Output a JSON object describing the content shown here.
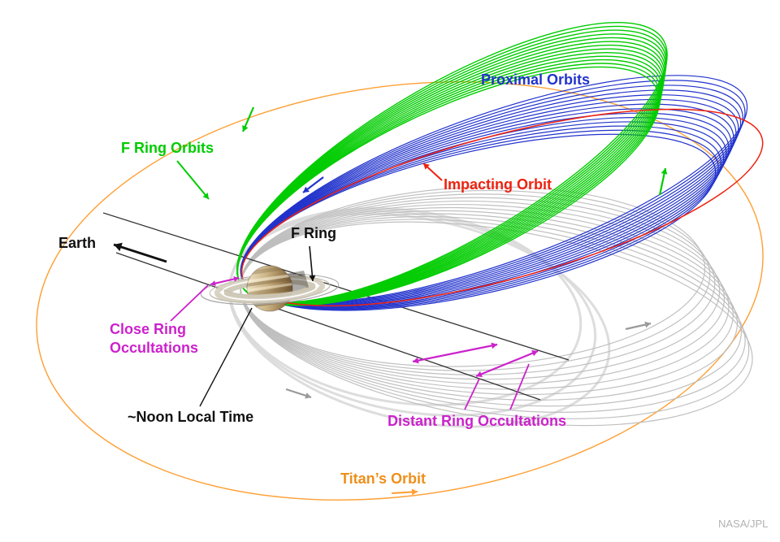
{
  "image_type": "cassini-saturn-orbit-diagram",
  "colors": {
    "green": "#00cc00",
    "blue": "#2233cc",
    "red": "#ee2211",
    "magenta": "#cc22cc",
    "orange": "#ff9f33",
    "orange_label": "#ee8f1a",
    "gray": "#bdbdbd",
    "gray_light": "#d9d9d9",
    "gray_arrow": "#9a9a9a",
    "black": "#111111",
    "credit_gray": "#b3b3b3"
  },
  "labels": {
    "proximal_orbits": "Proximal Orbits",
    "f_ring_orbits": "F Ring Orbits",
    "impacting_orbit": "Impacting Orbit",
    "earth": "Earth",
    "f_ring": "F Ring",
    "close_ring_line1": "Close Ring",
    "close_ring_line2": "Occultations",
    "noon_local_time": "~Noon Local Time",
    "distant_ring_occultations": "Distant Ring Occultations",
    "titans_orbit": "Titan’s Orbit",
    "credit": "NASA/JPL"
  },
  "orbit_families": [
    {
      "id": "titan",
      "color_key": "orange",
      "count": 1
    },
    {
      "id": "past_wide",
      "color_key": "gray_light",
      "count": 3
    },
    {
      "id": "past",
      "color_key": "gray",
      "count": 12
    },
    {
      "id": "proximal",
      "color_key": "blue",
      "count": 14
    },
    {
      "id": "f_ring",
      "color_key": "green",
      "count": 13
    },
    {
      "id": "impacting",
      "color_key": "red",
      "count": 1
    }
  ]
}
